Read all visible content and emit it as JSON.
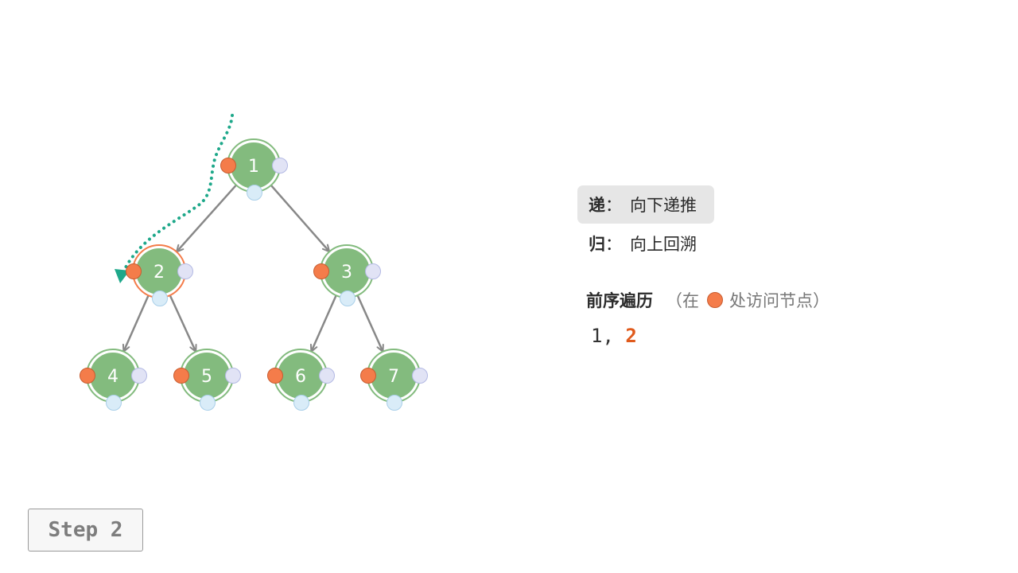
{
  "legend": {
    "push": {
      "key": "递",
      "sep": "：",
      "text": "向下递推"
    },
    "pop": {
      "key": "归",
      "sep": "：",
      "text": "向上回溯"
    }
  },
  "traversal": {
    "title": "前序遍历",
    "note_prefix": "（在",
    "note_suffix": "处访问节点）",
    "visited": [
      "1"
    ],
    "current": "2",
    "separator": ", "
  },
  "step_label": "Step 2",
  "tree": {
    "nodes": [
      "1",
      "2",
      "3",
      "4",
      "5",
      "6",
      "7"
    ],
    "edges": [
      [
        "1",
        "2"
      ],
      [
        "1",
        "3"
      ],
      [
        "2",
        "4"
      ],
      [
        "2",
        "5"
      ],
      [
        "3",
        "6"
      ],
      [
        "3",
        "7"
      ]
    ],
    "highlighted_node": "2"
  },
  "colors": {
    "node_fill": "#83bb7e",
    "node_ring": "#83bb7e",
    "highlight_ring": "#f47c4a",
    "preorder_dot": "#f47c4a",
    "inorder_dot": "#d9ecf8",
    "postorder_dot": "#e1e3f5",
    "edge": "#888888",
    "path": "#1ea88a",
    "current_value": "#e05a1c"
  }
}
